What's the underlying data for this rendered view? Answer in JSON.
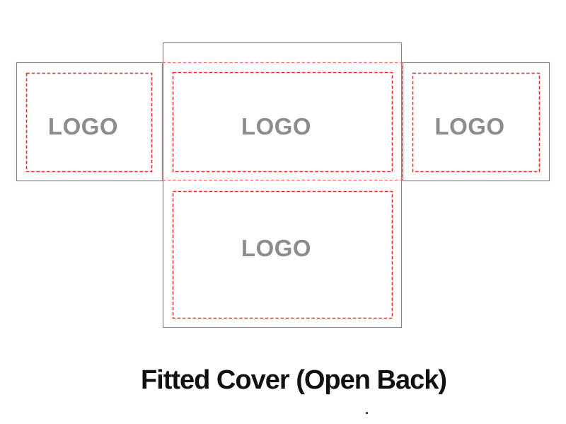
{
  "diagram": {
    "title": "Fitted Cover (Open Back)",
    "panels": [
      {
        "id": "left-flap",
        "logo": "LOGO"
      },
      {
        "id": "back-top",
        "logo": "LOGO"
      },
      {
        "id": "right-flap",
        "logo": "LOGO"
      },
      {
        "id": "front",
        "logo": "LOGO"
      }
    ],
    "stray_mark": "",
    "colors": {
      "background": "#ffffff",
      "panel_outline": "#848484",
      "print_area_dash": "#ee2b2b",
      "wrap_zone_dash": "#f96a6a",
      "logo_text": "#8c8c8c",
      "title_text": "#111111"
    }
  }
}
